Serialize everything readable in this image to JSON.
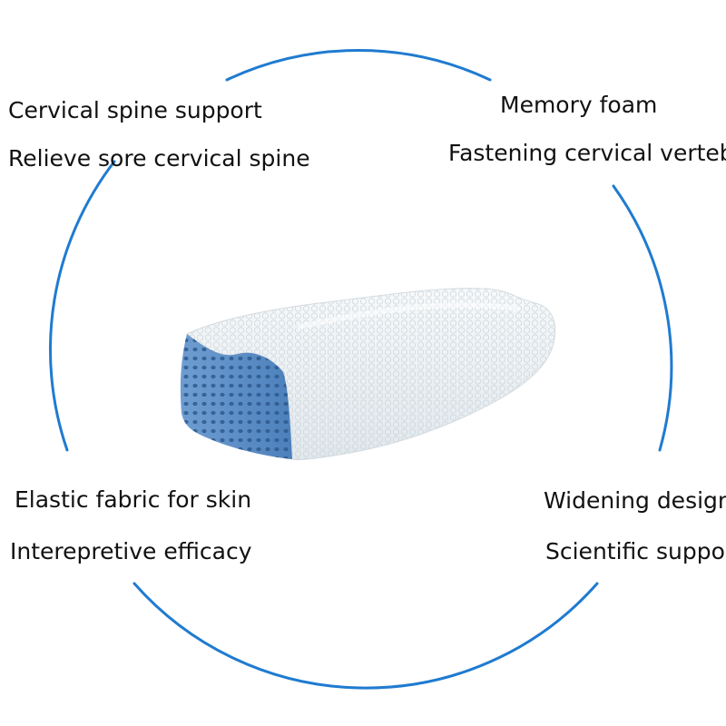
{
  "features": {
    "top_left": [
      "Cervical spine support",
      "Relieve sore cervical spine"
    ],
    "top_right": [
      "Memory foam",
      "Fastening cervical vertebre"
    ],
    "bottom_left": [
      "Elastic fabric for skin",
      "Interepretive efficacy"
    ],
    "bottom_right": [
      "Widening design",
      "Scientific support"
    ]
  },
  "colors": {
    "circle_stroke": "#1f7bd0",
    "foam_blue": "#5d8fc7",
    "fabric": "#eef2f4",
    "text": "#111111"
  },
  "icons": {
    "product": "memory-foam-pillow"
  }
}
